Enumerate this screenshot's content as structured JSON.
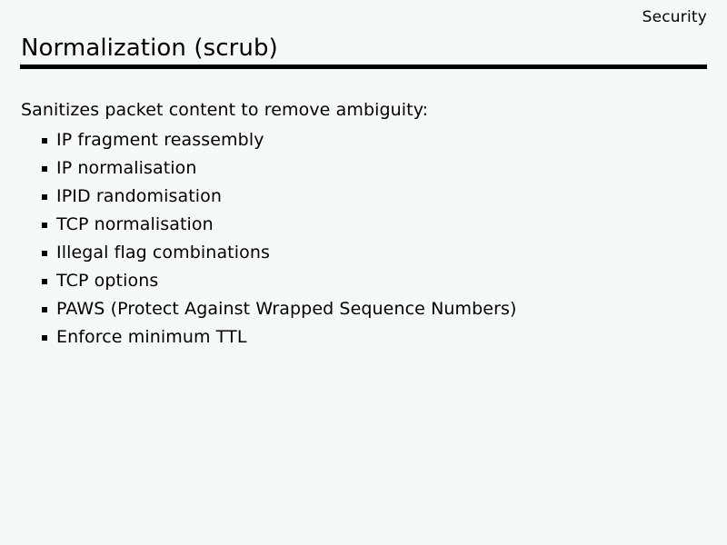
{
  "slide": {
    "header": "Security",
    "title": "Normalization (scrub)",
    "lead": "Sanitizes packet content to remove ambiguity:",
    "bullets": [
      {
        "label": "IP fragment reassembly"
      },
      {
        "label": "IP normalisation"
      },
      {
        "label": "IPID randomisation"
      },
      {
        "label": "TCP normalisation"
      },
      {
        "label": "Illegal flag combinations"
      },
      {
        "label": "TCP options"
      },
      {
        "label": "PAWS (Protect Against Wrapped Sequence Numbers)"
      },
      {
        "label": "Enforce minimum TTL"
      }
    ],
    "colors": {
      "background": "#f6faf7",
      "text": "#000000",
      "rule": "#000000",
      "bullet_marker": "#000000"
    }
  }
}
